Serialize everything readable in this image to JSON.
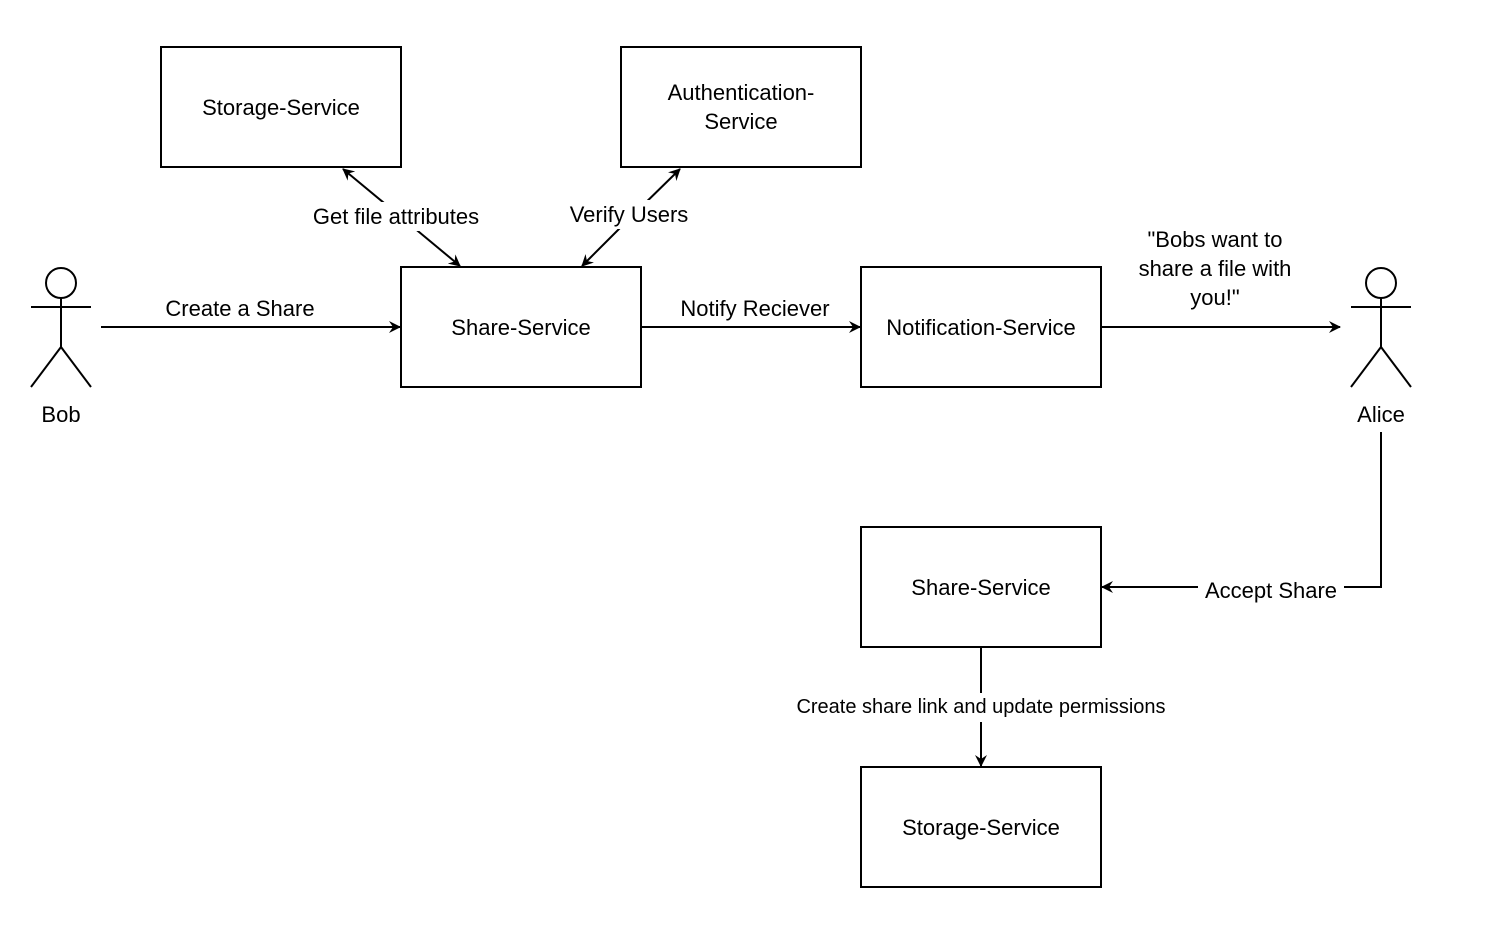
{
  "actors": {
    "bob": "Bob",
    "alice": "Alice"
  },
  "services": {
    "storage_top": "Storage-Service",
    "auth": "Authentication-\nService",
    "share_top": "Share-Service",
    "notification": "Notification-Service",
    "share_bottom": "Share-Service",
    "storage_bottom": "Storage-Service"
  },
  "edges": {
    "create_share": "Create a Share",
    "get_file_attributes": "Get file attributes",
    "verify_users": "Verify Users",
    "notify_receiver": "Notify Reciever",
    "message_to_alice": "\"Bobs want to\nshare a file with\nyou!\"",
    "accept_share": "Accept Share",
    "create_link": "Create share link and update permissions"
  },
  "colors": {
    "stroke": "#000000",
    "background": "#ffffff"
  }
}
